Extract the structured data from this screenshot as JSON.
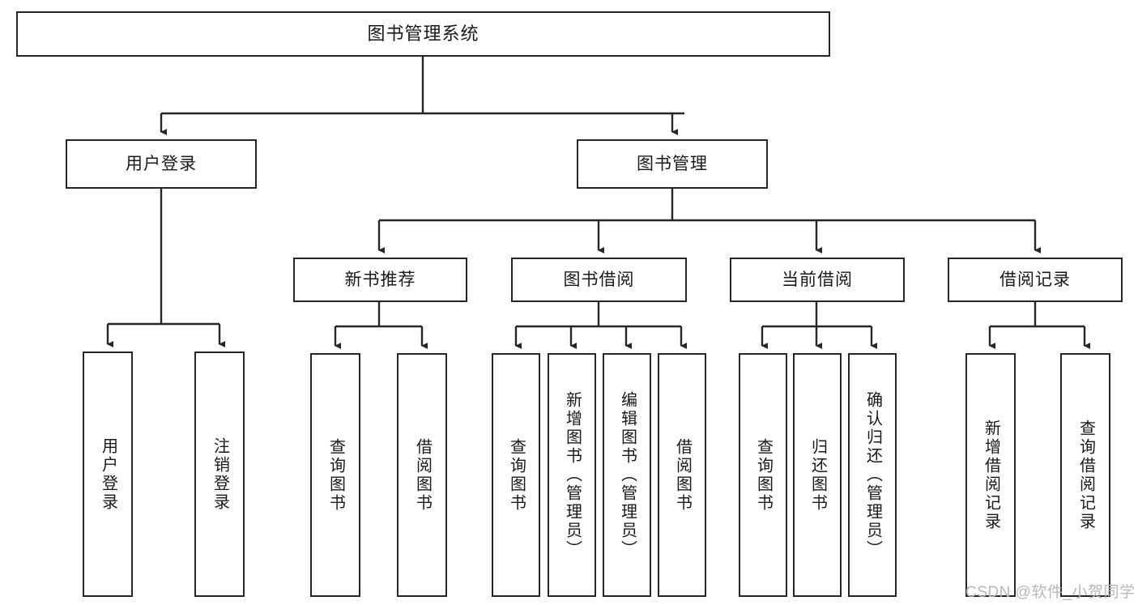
{
  "diagram": {
    "title": "图书管理系统",
    "type": "tree-hierarchy",
    "orientation": "top-down",
    "watermark": "CSDN @软件_小贺同学",
    "colors": {
      "box_border": "#262626",
      "box_fill": "#ffffff",
      "connector": "#262626",
      "text": "#1a1a1a",
      "watermark": "#b9b9b9",
      "background": "#ffffff"
    },
    "levels": {
      "root": {
        "label": "图书管理系统"
      },
      "level2": [
        {
          "label": "用户登录"
        },
        {
          "label": "图书管理"
        }
      ],
      "level3": [
        {
          "label": "新书推荐"
        },
        {
          "label": "图书借阅"
        },
        {
          "label": "当前借阅"
        },
        {
          "label": "借阅记录"
        }
      ],
      "leaves": [
        {
          "label": "用户登录",
          "parent": "用户登录"
        },
        {
          "label": "注销登录",
          "parent": "用户登录"
        },
        {
          "label": "查询图书",
          "parent": "新书推荐"
        },
        {
          "label": "借阅图书",
          "parent": "新书推荐"
        },
        {
          "label": "查询图书",
          "parent": "图书借阅"
        },
        {
          "label": "新增图书（管理员）",
          "parent": "图书借阅"
        },
        {
          "label": "编辑图书（管理员）",
          "parent": "图书借阅"
        },
        {
          "label": "借阅图书",
          "parent": "图书借阅"
        },
        {
          "label": "查询图书",
          "parent": "当前借阅"
        },
        {
          "label": "归还图书",
          "parent": "当前借阅"
        },
        {
          "label": "确认归还（管理员）",
          "parent": "当前借阅"
        },
        {
          "label": "新增借阅记录",
          "parent": "借阅记录"
        },
        {
          "label": "查询借阅记录",
          "parent": "借阅记录"
        }
      ]
    }
  }
}
